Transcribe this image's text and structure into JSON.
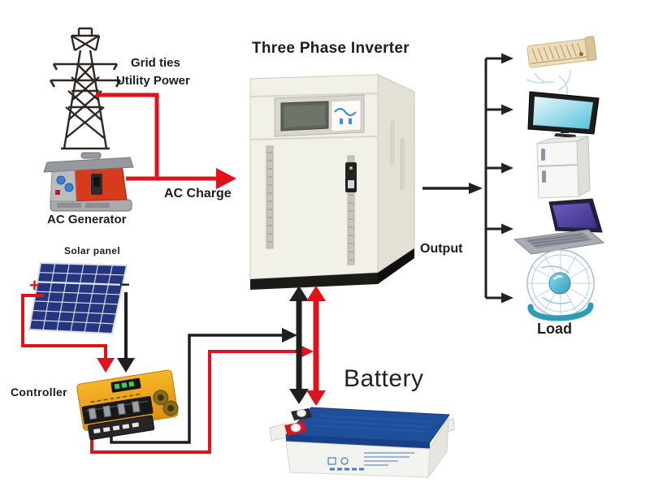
{
  "diagram": {
    "title": "Three Phase Inverter",
    "grid": {
      "line1": "Grid ties",
      "line2": "Utility Power"
    },
    "generator_label": "AC Generator",
    "ac_charge_label": "AC Charge",
    "output_label": "Output",
    "load_label": "Load",
    "solar_label": "Solar panel",
    "solar_plus": "+",
    "solar_minus": "−",
    "controller_label": "Controller",
    "battery_label": "Battery",
    "load_items": [
      "air conditioner",
      "television",
      "refrigerator",
      "laptop",
      "fan"
    ],
    "colors": {
      "wire_red": "#e1121b",
      "wire_black": "#1f1f1f",
      "solar_panel_blue": "#26367e",
      "controller_yellow": "#f0a41e",
      "battery_blue": "#1f4e9b",
      "inverter_body": "#f1f0e9",
      "generator_red": "#d83a1e"
    }
  }
}
